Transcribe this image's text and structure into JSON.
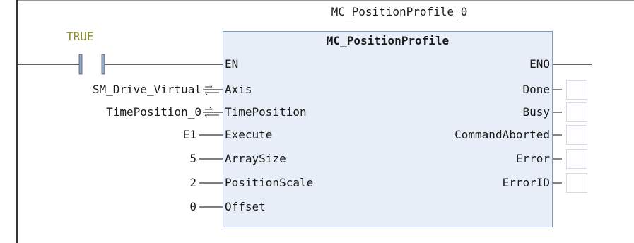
{
  "diagram": {
    "instance_name": "MC_PositionProfile_0",
    "block_type": "MC_PositionProfile",
    "contact_variable": "TRUE",
    "inputs": [
      {
        "pin": "EN",
        "value": ""
      },
      {
        "pin": "Axis",
        "value": "SM_Drive_Virtual"
      },
      {
        "pin": "TimePosition",
        "value": "TimePosition_0"
      },
      {
        "pin": "Execute",
        "value": "E1"
      },
      {
        "pin": "ArraySize",
        "value": "5"
      },
      {
        "pin": "PositionScale",
        "value": "2"
      },
      {
        "pin": "Offset",
        "value": "0"
      }
    ],
    "outputs": [
      {
        "pin": "ENO"
      },
      {
        "pin": "Done"
      },
      {
        "pin": "Busy"
      },
      {
        "pin": "CommandAborted"
      },
      {
        "pin": "Error"
      },
      {
        "pin": "ErrorID"
      }
    ]
  },
  "colors": {
    "block_fill": "#e8eef7",
    "block_border": "#7d9ac2",
    "contact_variable": "#8c8c2a",
    "wire": "#333333"
  }
}
